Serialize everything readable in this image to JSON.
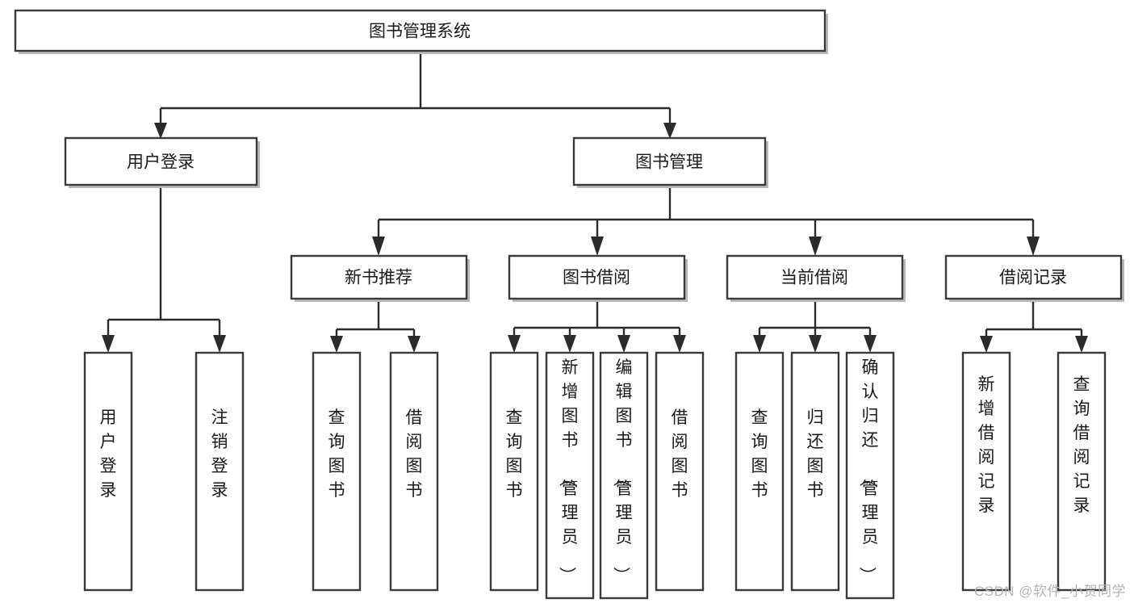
{
  "diagram": {
    "type": "tree",
    "title": "图书管理系统",
    "watermark": "CSDN @软件_小贺同学",
    "nodes": {
      "root": {
        "label": "图书管理系统"
      },
      "level2": [
        {
          "id": "user-login",
          "label": "用户登录"
        },
        {
          "id": "book-manage",
          "label": "图书管理"
        }
      ],
      "level3": [
        {
          "id": "new-book-recommend",
          "label": "新书推荐"
        },
        {
          "id": "book-borrow",
          "label": "图书借阅"
        },
        {
          "id": "current-borrow",
          "label": "当前借阅"
        },
        {
          "id": "borrow-record",
          "label": "借阅记录"
        }
      ],
      "leaves": {
        "user-login": [
          {
            "id": "leaf-user-login",
            "label": "用户登录"
          },
          {
            "id": "leaf-logout-login",
            "label": "注销登录"
          }
        ],
        "new-book-recommend": [
          {
            "id": "leaf-query-book-1",
            "label": "查询图书"
          },
          {
            "id": "leaf-borrow-book-1",
            "label": "借阅图书"
          }
        ],
        "book-borrow": [
          {
            "id": "leaf-query-book-2",
            "label": "查询图书"
          },
          {
            "id": "leaf-add-book",
            "label": "新增图书（管理员）"
          },
          {
            "id": "leaf-edit-book",
            "label": "编辑图书（管理员）"
          },
          {
            "id": "leaf-borrow-book-2",
            "label": "借阅图书"
          }
        ],
        "current-borrow": [
          {
            "id": "leaf-query-book-3",
            "label": "查询图书"
          },
          {
            "id": "leaf-return-book",
            "label": "归还图书"
          },
          {
            "id": "leaf-confirm-return",
            "label": "确认归还（管理员）"
          }
        ],
        "borrow-record": [
          {
            "id": "leaf-add-record",
            "label": "新增借阅记录"
          },
          {
            "id": "leaf-query-record",
            "label": "查询借阅记录"
          }
        ]
      }
    },
    "colors": {
      "box_border": "#3a3a3a",
      "box_fill": "#ffffff",
      "edge": "#2b2b2b",
      "text": "#1a1a1a",
      "watermark": "#b5b5b5",
      "background": "#ffffff"
    }
  }
}
